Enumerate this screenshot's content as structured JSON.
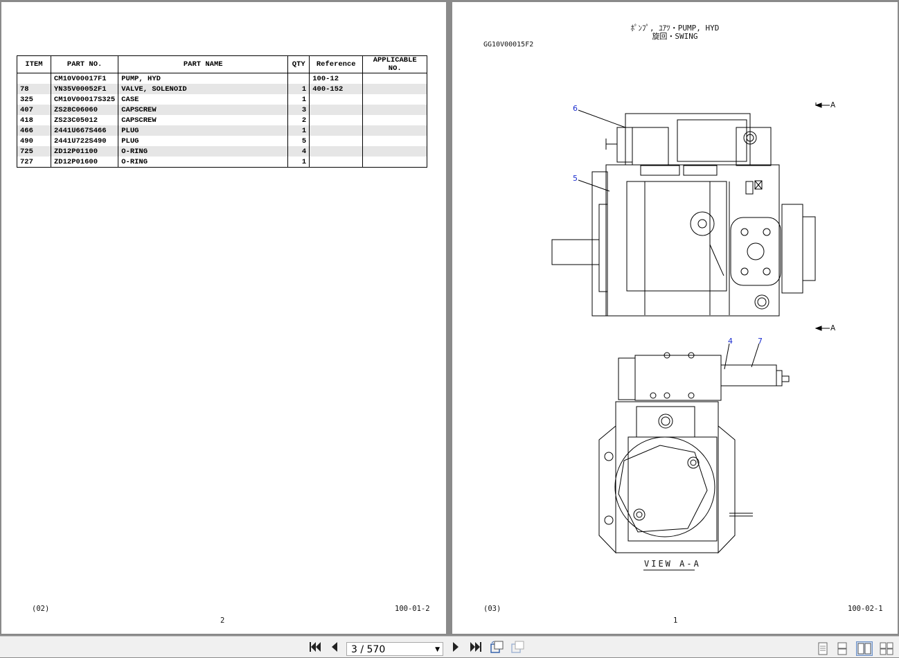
{
  "left_page": {
    "table": {
      "headers": [
        "ITEM",
        "PART NO.",
        "PART NAME",
        "QTY",
        "Reference",
        "APPLICABLE NO."
      ],
      "rows": [
        {
          "item": "",
          "part_no": "CM10V00017F1",
          "part_name": "PUMP, HYD",
          "qty": "",
          "reference": "100-12",
          "applicable": ""
        },
        {
          "item": "78",
          "part_no": "YN35V00052F1",
          "part_name": "VALVE, SOLENOID",
          "qty": "1",
          "reference": "400-152",
          "applicable": ""
        },
        {
          "item": "325",
          "part_no": "CM10V00017S325",
          "part_name": "CASE",
          "qty": "1",
          "reference": "",
          "applicable": ""
        },
        {
          "item": "407",
          "part_no": "ZS28C06060",
          "part_name": "CAPSCREW",
          "qty": "3",
          "reference": "",
          "applicable": ""
        },
        {
          "item": "418",
          "part_no": "ZS23C05012",
          "part_name": "CAPSCREW",
          "qty": "2",
          "reference": "",
          "applicable": ""
        },
        {
          "item": "466",
          "part_no": "2441U667S466",
          "part_name": "PLUG",
          "qty": "1",
          "reference": "",
          "applicable": ""
        },
        {
          "item": "490",
          "part_no": "2441U722S490",
          "part_name": "PLUG",
          "qty": "5",
          "reference": "",
          "applicable": ""
        },
        {
          "item": "725",
          "part_no": "ZD12P01100",
          "part_name": "O-RING",
          "qty": "4",
          "reference": "",
          "applicable": ""
        },
        {
          "item": "727",
          "part_no": "ZD12P01600",
          "part_name": "O-RING",
          "qty": "1",
          "reference": "",
          "applicable": ""
        }
      ]
    },
    "footer_code": "(02)",
    "footer_ref": "100-01-2",
    "page_number": "2"
  },
  "right_page": {
    "title_line1": "ﾎﾟﾝﾌﾟ, ﾕｱﾂ・PUMP, HYD",
    "title_line2": "旋回・SWING",
    "drawing_no": "GG10V00015F2",
    "section_marker_top": "A",
    "section_marker_bottom": "A",
    "callouts": [
      "6",
      "5",
      "4",
      "7"
    ],
    "view_label": "VIEW A-A",
    "footer_code": "(03)",
    "footer_ref": "100-02-1",
    "page_number": "1"
  },
  "toolbar": {
    "page_indicator": "3 / 570",
    "icons": [
      "first-page-icon",
      "previous-page-icon",
      "next-page-icon",
      "last-page-icon",
      "rotate-icon",
      "rotate-disabled-icon",
      "single-page-icon",
      "continuous-icon",
      "two-page-icon",
      "two-page-continuous-icon"
    ]
  },
  "colors": {
    "callout": "#1a2ccf",
    "background": "#8a8a8a",
    "toolbar": "#f0f0f0"
  }
}
